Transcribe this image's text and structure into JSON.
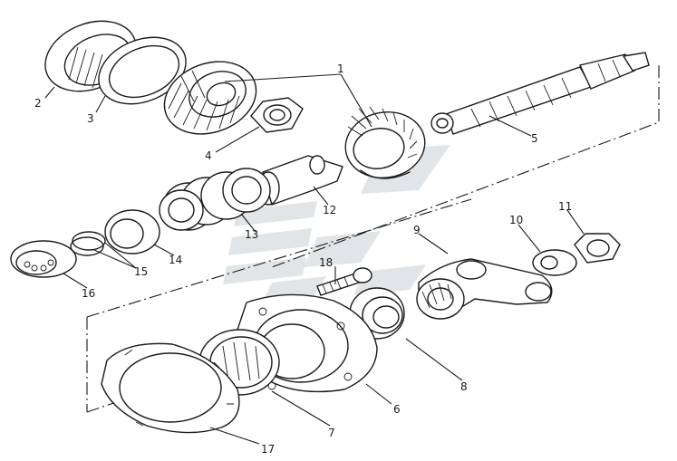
{
  "watermark": {
    "color": "#c9cfd3"
  },
  "callouts": [
    {
      "id": "1",
      "label": "1"
    },
    {
      "id": "2",
      "label": "2"
    },
    {
      "id": "3",
      "label": "3"
    },
    {
      "id": "4",
      "label": "4"
    },
    {
      "id": "5",
      "label": "5"
    },
    {
      "id": "6",
      "label": "6"
    },
    {
      "id": "7",
      "label": "7"
    },
    {
      "id": "8",
      "label": "8"
    },
    {
      "id": "9",
      "label": "9"
    },
    {
      "id": "10",
      "label": "10"
    },
    {
      "id": "11",
      "label": "11"
    },
    {
      "id": "12",
      "label": "12"
    },
    {
      "id": "13",
      "label": "13"
    },
    {
      "id": "14",
      "label": "14"
    },
    {
      "id": "15",
      "label": "15"
    },
    {
      "id": "16",
      "label": "16"
    },
    {
      "id": "17",
      "label": "17"
    },
    {
      "id": "18",
      "label": "18"
    }
  ],
  "line_color": "#1a1a1a"
}
